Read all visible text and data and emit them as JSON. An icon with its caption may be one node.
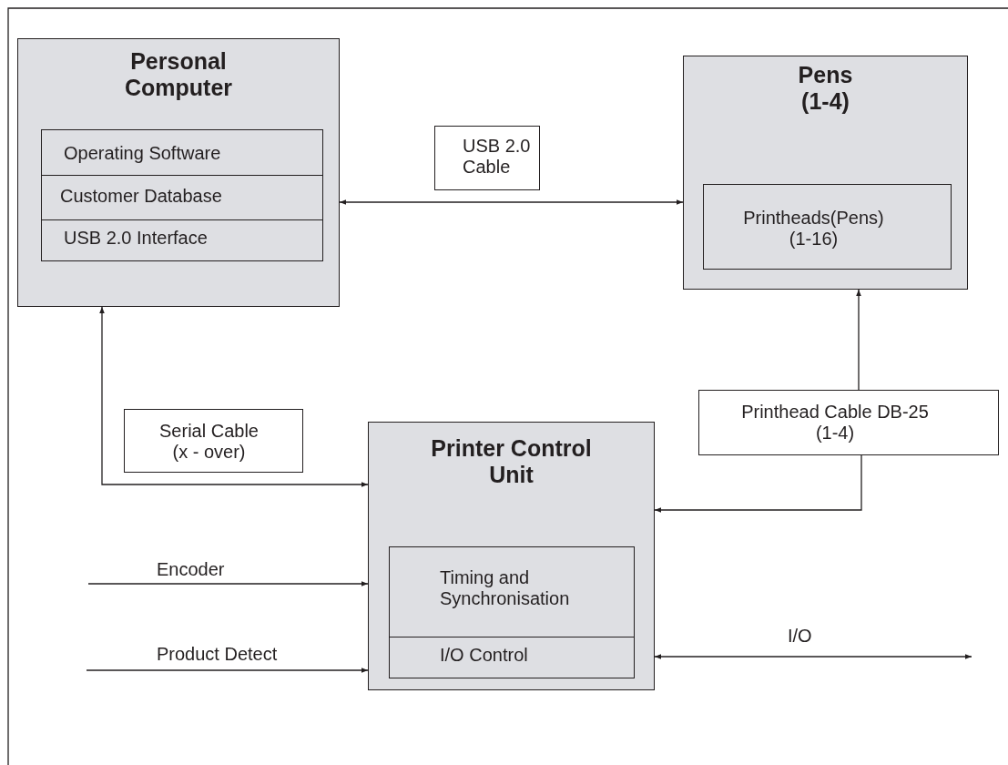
{
  "diagram": {
    "nodes": [
      {
        "text": [
          "Personal Computer"
        ]
      },
      {
        "text": [
          "Operating Software"
        ],
        "in": 0
      },
      {
        "text": [
          "Customer Database"
        ],
        "in": 0
      },
      {
        "text": [
          "USB 2.0 Interface"
        ],
        "in": 0
      },
      {
        "text": [
          "USB 2.0 Cable"
        ]
      },
      {
        "text": [
          "Pens (1-4)"
        ]
      },
      {
        "text": [
          "Printheads(Pens) (1-16)"
        ],
        "in": 5
      },
      {
        "text": [
          "Serial Cable (x - over)"
        ]
      },
      {
        "text": [
          "Printer Control Unit"
        ]
      },
      {
        "text": [
          "Timing and Synchronisation"
        ],
        "in": 8
      },
      {
        "text": [
          "I/O Control"
        ],
        "in": 8
      },
      {
        "text": [
          "Printhead Cable DB-25 (1-4)"
        ]
      }
    ],
    "edges": [
      {
        "from": 0,
        "to": 5,
        "arrow": "both"
      },
      {
        "from": 0,
        "to": 8,
        "arrow": "both"
      },
      {
        "from": null,
        "to": 8,
        "arrow": "to",
        "label": "Encoder"
      },
      {
        "from": null,
        "to": 8,
        "arrow": "to",
        "label": "Product Detect"
      },
      {
        "from": 11,
        "to": 5,
        "arrow": "to"
      },
      {
        "from": 11,
        "to": 8,
        "arrow": "to"
      },
      {
        "from": 8,
        "to": null,
        "arrow": "both",
        "label": "I/O"
      }
    ]
  }
}
